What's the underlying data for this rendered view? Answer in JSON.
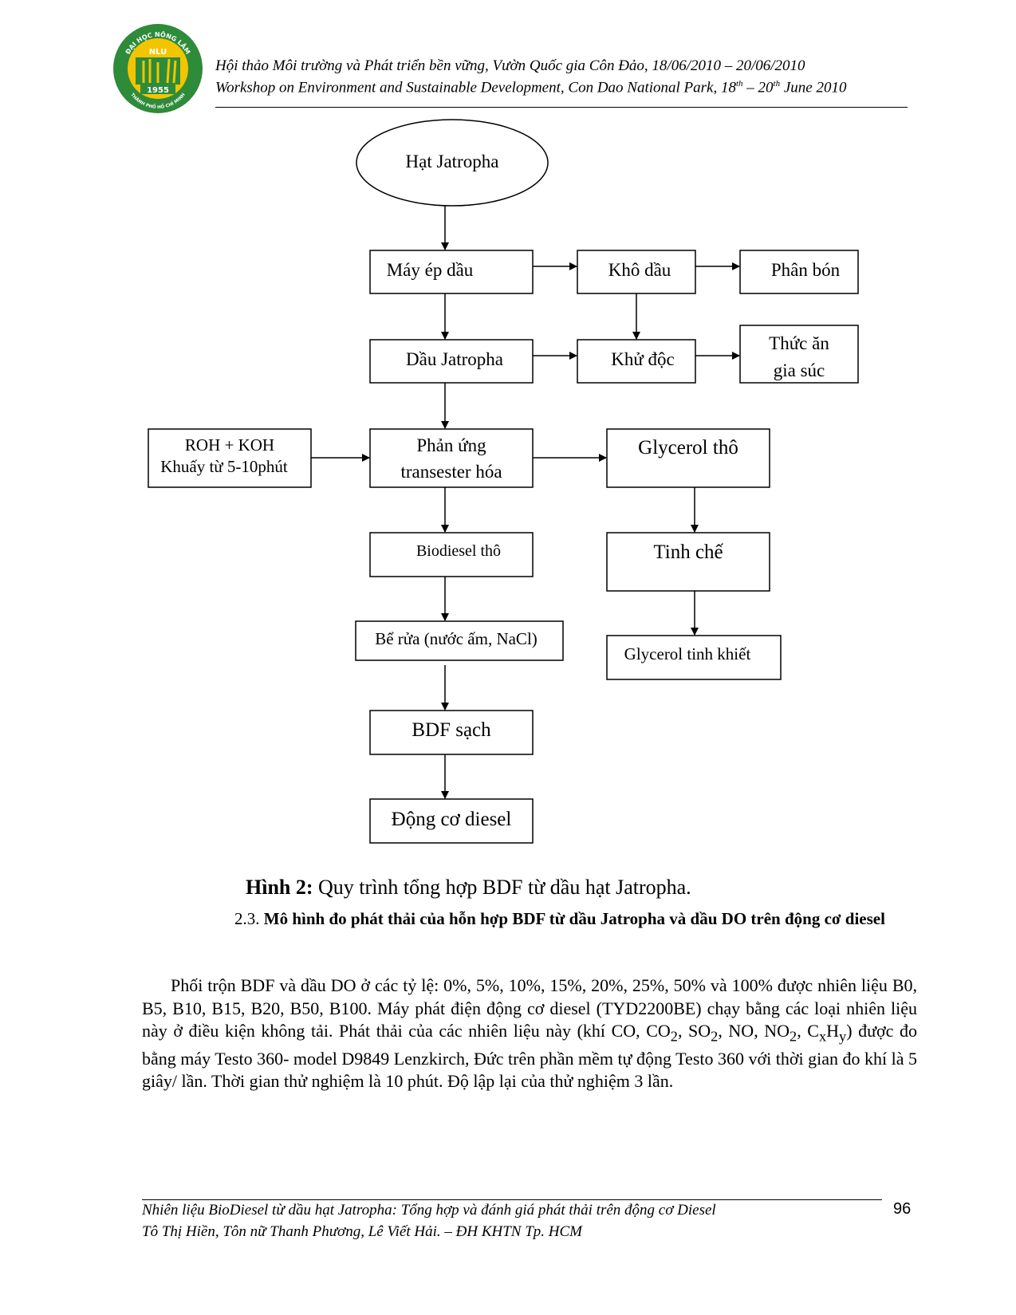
{
  "header": {
    "line1": "Hội thảo Môi trường và Phát triển bền vững, Vườn Quốc gia Côn Đảo, 18/06/2010 – 20/06/2010",
    "line2": {
      "pre": "Workshop on Environment and Sustainable Development, Con Dao National Park, 18",
      "sup1": "th",
      "mid": " – 20",
      "sup2": "th",
      "post": " June 2010"
    },
    "logo": {
      "top_text": "ĐẠI HỌC NÔNG LÂM",
      "center_text": "NLU",
      "year": "1955",
      "bottom_text": "THÀNH PHỐ HỒ CHÍ MINH",
      "colors": {
        "ring": "#2e8b3a",
        "inner": "#f2c500",
        "text": "#ffffff"
      }
    }
  },
  "flowchart": {
    "start": "Hạt Jatropha",
    "may_ep": "Máy ép dầu",
    "kho_dau": "Khô dầu",
    "phan_bon": "Phân bón",
    "dau_jatropha": "Dầu Jatropha",
    "khu_doc": "Khử độc",
    "thuc_an": [
      "Thức ăn",
      "gia súc"
    ],
    "roh": [
      "ROH + KOH",
      "Khuấy từ 5-10phút"
    ],
    "phan_ung": [
      "Phản ứng",
      "transester hóa"
    ],
    "glycerol_tho": "Glycerol thô",
    "biodiesel_tho": "Biodiesel thô",
    "tinh_che": "Tinh chế",
    "be_rua": "Bể rửa (nước ấm, NaCl)",
    "glycerol_tinh_khiet": "Glycerol tinh khiết",
    "bdf_sach": "BDF sạch",
    "dong_co": "Động cơ diesel"
  },
  "caption": {
    "label": "Hình 2:",
    "text": " Quy trình tổng hợp BDF từ dầu hạt Jatropha."
  },
  "section": {
    "number": "2.3.",
    "title": "Mô hình đo phát thải của hỗn hợp BDF từ dầu Jatropha và dầu DO trên động cơ diesel"
  },
  "paragraph": {
    "p1": "Phối trộn BDF và dầu DO ở các tỷ lệ:  0%,  5%, 10%, 15%, 20%, 25%, 50% và 100% được nhiên liệu B0, B5, B10, B15, B20, B50, B100. Máy phát điện động cơ diesel (TYD2200BE) chạy bằng các loại nhiên liệu này ở điều kiện không tải. Phát thải của các nhiên liệu này (khí CO, CO",
    "sub2a": "2",
    "p2": ", SO",
    "sub2b": "2",
    "p3": ", NO, NO",
    "sub2c": "2",
    "p4": ", C",
    "subx": "x",
    "p5": "H",
    "suby": "y",
    "p6": ") được đo bằng máy Testo 360- model D9849 Lenzkirch, Đức trên phần mềm tự động Testo 360 với thời gian đo khí là 5 giây/ lần. Thời gian thử nghiệm là 10 phút. Độ lập lại của thử nghiệm 3 lần."
  },
  "footer": {
    "line1": "Nhiên liệu BioDiesel từ dầu hạt Jatropha: Tổng hợp và đánh giá phát thải trên động cơ Diesel",
    "line2": "Tô Thị Hiền, Tôn nữ Thanh Phương, Lê Viết Hải. – ĐH KHTN Tp. HCM",
    "page": "96"
  }
}
